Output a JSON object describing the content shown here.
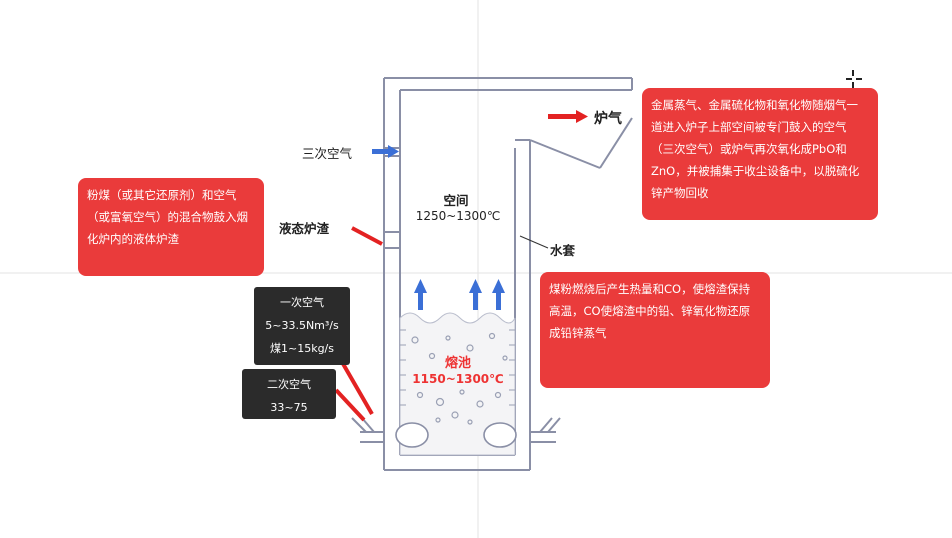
{
  "labels": {
    "furnace_gas": "炉气",
    "tertiary_air": "三次空气",
    "liquid_slag": "液态炉渣",
    "space": "空间",
    "space_temp": "1250~1300℃",
    "water_jacket": "水套",
    "molten_pool": "熔池",
    "molten_pool_temp": "1150~1300℃"
  },
  "notes": {
    "top_right": "金属蒸气、金属硫化物和氧化物随烟气一道进入炉子上部空间被专门鼓入的空气（三次空气）或炉气再次氧化成PbO和ZnO，并被捕集于收尘设备中，以脱硫化锌产物回收",
    "left": "粉煤（或其它还原剂）和空气（或富氧空气）的混合物鼓入烟化炉内的液体炉渣",
    "right": "煤粉燃烧后产生热量和CO，使熔渣保持高温，CO使熔渣中的铅、锌氧化物还原成铅锌蒸气"
  },
  "primary_air": {
    "title": "一次空气",
    "line1": "5~33.5Nm³/s",
    "line2": "煤1~15kg/s"
  },
  "secondary_air": {
    "title": "二次空气",
    "value": "33~75"
  },
  "colors": {
    "red_box": "#ea3b3b",
    "dark_box": "#2b2b2b",
    "arrow_blue": "#3b6fd6",
    "arrow_red": "#e32222",
    "wall": "#8a8fa6"
  }
}
